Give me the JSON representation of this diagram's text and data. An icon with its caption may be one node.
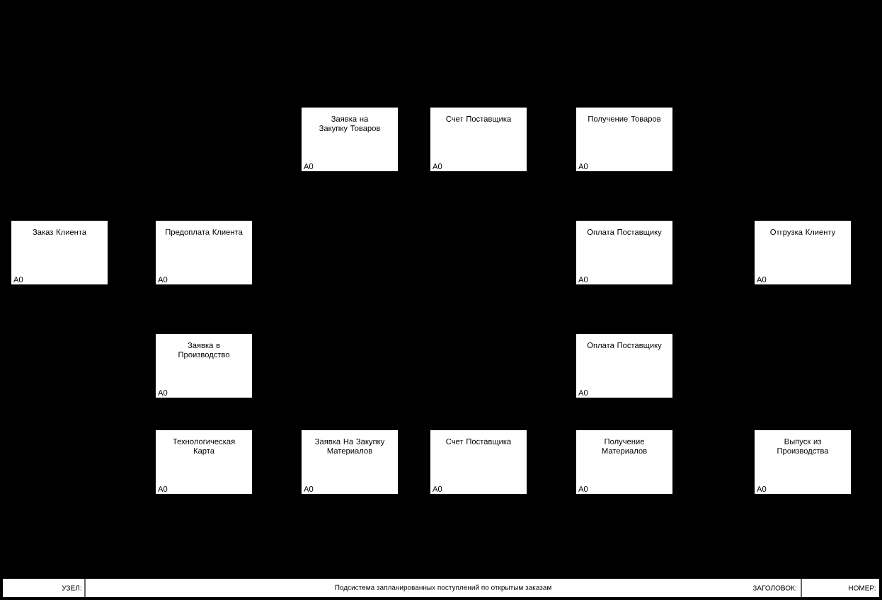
{
  "diagram": {
    "nodes": [
      {
        "text": [
          "Заявка на Закупку Товаров",
          "A0"
        ]
      },
      {
        "text": [
          "Счет Поставщика",
          "A0"
        ]
      },
      {
        "text": [
          "Получение Товаров",
          "A0"
        ]
      },
      {
        "text": [
          "Заказ Клиента",
          "A0"
        ]
      },
      {
        "text": [
          "Предоплата Клиента",
          "A0"
        ]
      },
      {
        "text": [
          "Оплата Поставщику",
          "A0"
        ]
      },
      {
        "text": [
          "Отгрузка Клиенту",
          "A0"
        ]
      },
      {
        "text": [
          "Заявка в Производство",
          "A0"
        ]
      },
      {
        "text": [
          "Оплата Поставщику",
          "A0"
        ]
      },
      {
        "text": [
          "Технологическая Карта",
          "A0"
        ]
      },
      {
        "text": [
          "Заявка На Закупку Материалов",
          "A0"
        ]
      },
      {
        "text": [
          "Счет Поставщика",
          "A0"
        ]
      },
      {
        "text": [
          "Получение Материалов",
          "A0"
        ]
      },
      {
        "text": [
          "Выпуск из Производства",
          "A0"
        ]
      }
    ],
    "labels": [
      "УЗЕЛ:",
      "Подсистема запланированных поступлений по открытым заказам",
      "ЗАГОЛОВОК:",
      "НОМЕР:"
    ]
  }
}
